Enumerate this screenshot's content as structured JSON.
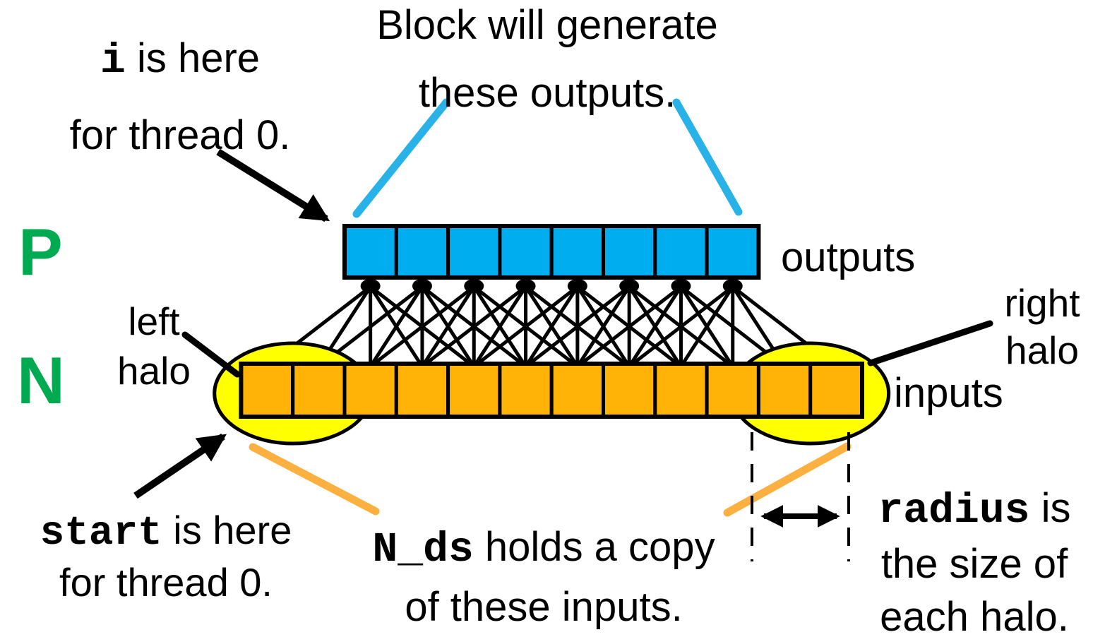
{
  "colors": {
    "blue": "#00AEEF",
    "cyan_line": "#29B2E8",
    "orange": "#FFB306",
    "orange_line": "#FBB040",
    "yellow": "#FFFF00",
    "green": "#00AA50",
    "black": "#000000"
  },
  "labels": {
    "p": "P",
    "n": "N",
    "outputs": "outputs",
    "inputs": "inputs",
    "left_halo_line1": "left",
    "left_halo_line2": "halo",
    "right_halo_line1": "right",
    "right_halo_line2": "halo"
  },
  "annotations": {
    "block_note": {
      "line1": "Block will generate",
      "line2": "these outputs."
    },
    "i_note": {
      "code": "i",
      "line1_rest": " is here",
      "line2": "for thread 0."
    },
    "start_note": {
      "code": "start",
      "line1_rest": " is here",
      "line2": "for thread 0."
    },
    "nds_note": {
      "code": "N_ds",
      "line1_rest": " holds a copy",
      "line2": "of these inputs."
    },
    "radius_note": {
      "code": "radius",
      "line1_rest": " is",
      "line2": "the size of",
      "line3": "each halo."
    }
  },
  "diagram": {
    "outputs_count": 8,
    "halo_size": 2,
    "inputs_middle_count": 8,
    "stencil_width": 5
  }
}
